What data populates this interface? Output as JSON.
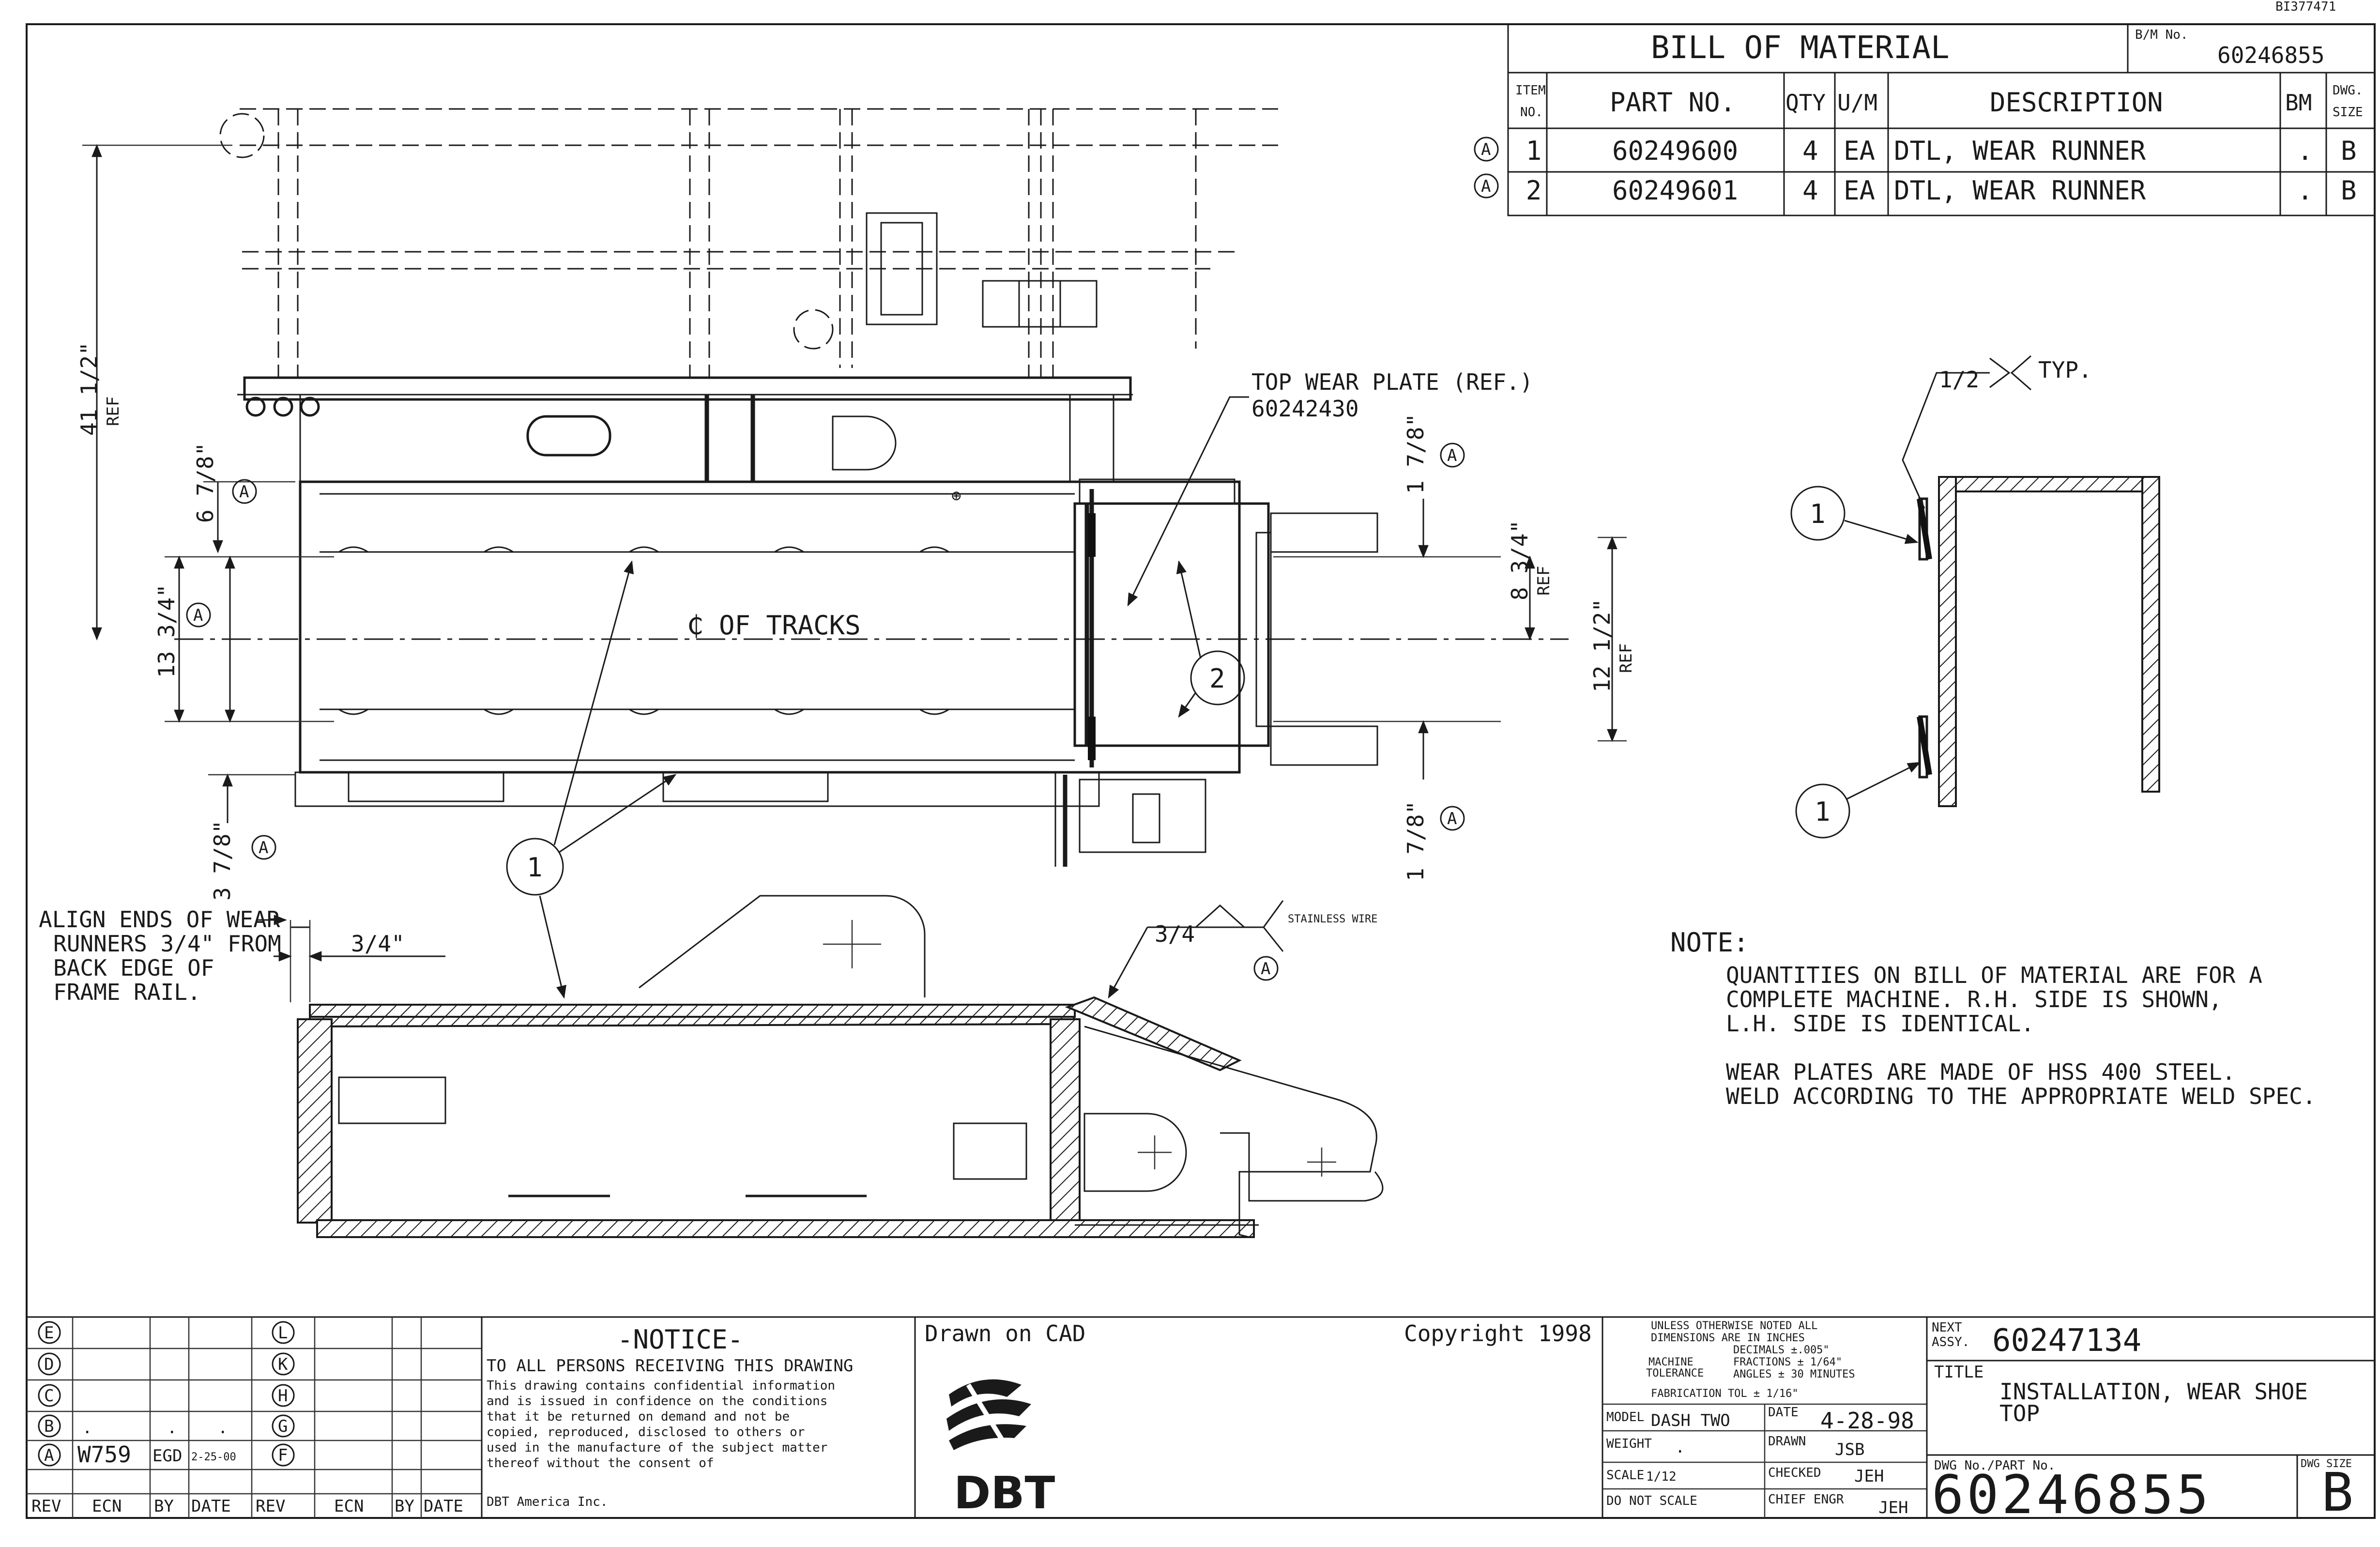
{
  "corner_id": "BI377471",
  "bom": {
    "title": "BILL OF MATERIAL",
    "bm_no_label": "B/M No.",
    "bm_no": "60246855",
    "headers": [
      "ITEM NO.",
      "PART NO.",
      "QTY",
      "U/M",
      "DESCRIPTION",
      "BM",
      "DWG. SIZE"
    ],
    "rows": [
      {
        "rev": "A",
        "item": "1",
        "part": "60249600",
        "qty": "4",
        "um": "EA",
        "desc": "DTL, WEAR RUNNER",
        "bm": ".",
        "size": "B"
      },
      {
        "rev": "A",
        "item": "2",
        "part": "60249601",
        "qty": "4",
        "um": "EA",
        "desc": "DTL, WEAR RUNNER",
        "bm": ".",
        "size": "B"
      }
    ]
  },
  "drawing": {
    "top_wear_plate": "TOP WEAR PLATE (REF.)",
    "top_wear_plate_no": "60242430",
    "centerline": "₵ OF TRACKS",
    "rev_mark": "A",
    "dims": {
      "d41_5": "41 1/2\"",
      "ref": "REF",
      "d6_78": "6 7/8\"",
      "d13_34": "13 3/4\"",
      "d3_78": "3 7/8\"",
      "d1_78_top": "1 7/8\"",
      "d1_78_bot": "1 7/8\"",
      "d8_34": "8 3/4\"",
      "d12_12": "12 1/2\"",
      "d3_4": "3/4\""
    },
    "align_note": [
      "ALIGN ENDS OF WEAR",
      "RUNNERS 3/4\" FROM",
      "BACK EDGE OF",
      "FRAME RAIL."
    ],
    "weld_size": "3/4",
    "weld_note": "STAINLESS WIRE",
    "weld_half": "1/2",
    "typ": "TYP.",
    "balloon_1": "1",
    "balloon_2": "2"
  },
  "notes": {
    "heading": "NOTE:",
    "lines": [
      "QUANTITIES ON BILL OF MATERIAL ARE FOR A",
      "COMPLETE MACHINE.  R.H. SIDE IS SHOWN,",
      "L.H. SIDE IS IDENTICAL.",
      "",
      "WEAR PLATES ARE MADE OF HSS 400 STEEL.",
      "WELD ACCORDING TO THE APPROPRIATE WELD SPEC."
    ]
  },
  "revisions": {
    "left_letters": [
      "E",
      "D",
      "C",
      "B",
      "A"
    ],
    "right_letters": [
      "L",
      "K",
      "H",
      "G",
      "F"
    ],
    "row_a": {
      "ecn": "W759",
      "by": "EGD",
      "date": "2-25-00"
    },
    "row_b": {
      "ecn": ".",
      "by": ".",
      "date": "."
    },
    "footer": [
      "REV",
      "ECN",
      "BY",
      "DATE",
      "REV",
      "ECN",
      "BY",
      "DATE"
    ]
  },
  "notice": {
    "title": "-NOTICE-",
    "lead": "TO ALL PERSONS RECEIVING THIS DRAWING",
    "body": [
      "This drawing contains confidential information",
      "and is issued in confidence on the conditions",
      "that it be returned on demand and not be",
      "copied, reproduced, disclosed to others or",
      "used in the manufacture of the subject matter",
      "thereof without the consent of",
      "DBT America Inc."
    ]
  },
  "company": {
    "drawn_on": "Drawn on CAD",
    "copyright": "Copyright 1998",
    "logo_text": "DBT"
  },
  "tolerance": {
    "lines": [
      "UNLESS OTHERWISE NOTED ALL",
      "DIMENSIONS ARE IN INCHES",
      "DECIMALS ±.005\"",
      "FRACTIONS ± 1/64\"",
      "ANGLES ± 30 MINUTES",
      "FABRICATION TOL ± 1/16\""
    ],
    "machine_label": "MACHINE",
    "tolerance_label": "TOLERANCE"
  },
  "title_block": {
    "model_label": "MODEL",
    "model": "DASH TWO",
    "date_label": "DATE",
    "date": "4-28-98",
    "weight_label": "WEIGHT",
    "weight": ".",
    "drawn_label": "DRAWN",
    "drawn": "JSB",
    "scale_label": "SCALE",
    "scale": "1/12",
    "checked_label": "CHECKED",
    "checked": "JEH",
    "do_not_scale": "DO NOT SCALE",
    "chief_label": "CHIEF ENGR",
    "chief": "JEH",
    "next_assy_label": "NEXT ASSY.",
    "next_assy": "60247134",
    "title_label": "TITLE",
    "title_line1": "INSTALLATION, WEAR SHOE",
    "title_line2": "TOP",
    "dwg_label": "DWG No./PART No.",
    "dwg_no": "60246855",
    "size_label": "DWG SIZE",
    "size": "B"
  }
}
